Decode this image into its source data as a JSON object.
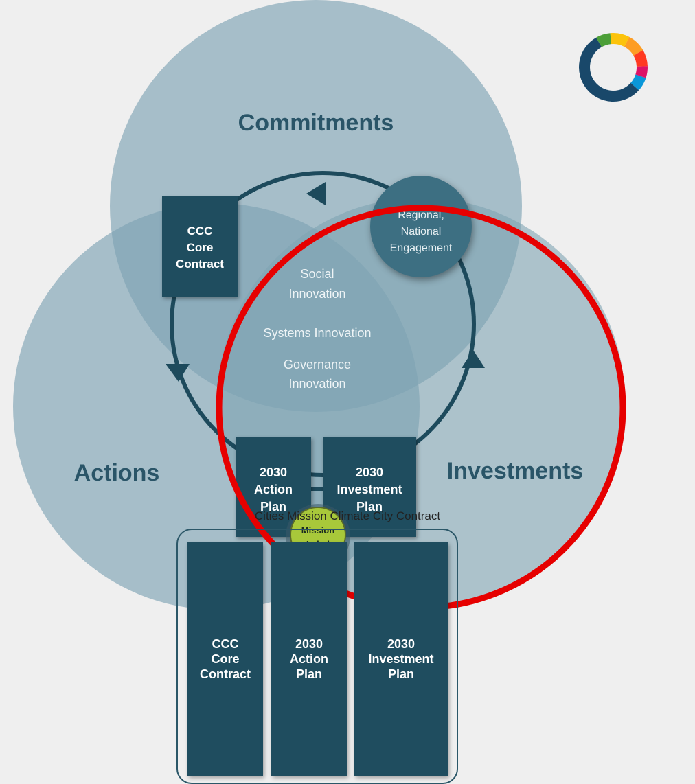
{
  "circles": {
    "commitments": "Commitments",
    "actions": "Actions",
    "investments": "Investments"
  },
  "cycle_boxes": {
    "ccc_core_contract": [
      "CCC",
      "Core",
      "Contract"
    ],
    "action_plan": [
      "2030",
      "Action",
      "Plan"
    ],
    "investment_plan": [
      "2030",
      "Investment",
      "Plan"
    ]
  },
  "engagement_circle": [
    "Regional,",
    "National",
    "Engagement"
  ],
  "innovation_labels": {
    "social": [
      "Social",
      "Innovation"
    ],
    "systems": "Systems Innovation",
    "governance": [
      "Governance",
      "Innovation"
    ]
  },
  "mission_label": [
    "Mission",
    "Label"
  ],
  "bottom": {
    "caption": "Cities Mission Climate City Contract",
    "boxes": [
      [
        "CCC",
        "Core",
        "Contract"
      ],
      [
        "2030",
        "Action",
        "Plan"
      ],
      [
        "2030",
        "Investment",
        "Plan"
      ]
    ]
  },
  "colors": {
    "circle_fill": "#6f97a8",
    "dark_box": "#1f4d5f",
    "cycle_line": "#1d4a5c",
    "highlight_ring": "#e60000",
    "mission_label": "#a8c83a",
    "logo_segments": [
      "#e5243b",
      "#dda63a",
      "#4c9f38",
      "#fcc30b",
      "#ff3a21",
      "#fd9d24",
      "#a21942",
      "#dd1367",
      "#0a97d9",
      "#19486a",
      "#26bde2",
      "#56c02b"
    ]
  }
}
